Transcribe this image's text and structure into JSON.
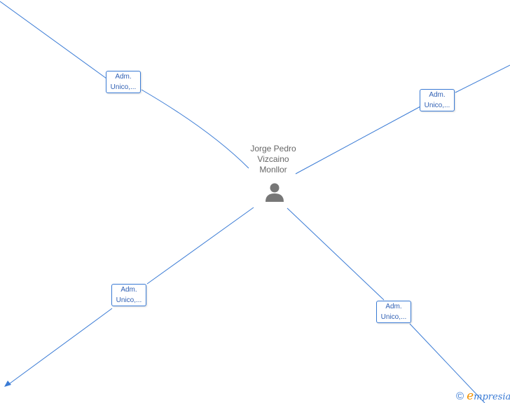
{
  "person": {
    "name_lines": [
      "Jorge Pedro",
      "Vizcaino",
      "Monllor"
    ],
    "icon": "person-icon"
  },
  "relations": [
    {
      "line1": "Adm.",
      "line2": "Unico,..."
    },
    {
      "line1": "Adm.",
      "line2": "Unico,..."
    },
    {
      "line1": "Adm.",
      "line2": "Unico,..."
    },
    {
      "line1": "Adm.",
      "line2": "Unico,..."
    }
  ],
  "watermark": {
    "symbol": "©",
    "brand_initial": "e",
    "brand_rest": "mpresia"
  },
  "colors": {
    "edge": "#3a7bd5",
    "label_text": "#2f5fb3",
    "person_text": "#666666",
    "brand_accent": "#f29200"
  }
}
